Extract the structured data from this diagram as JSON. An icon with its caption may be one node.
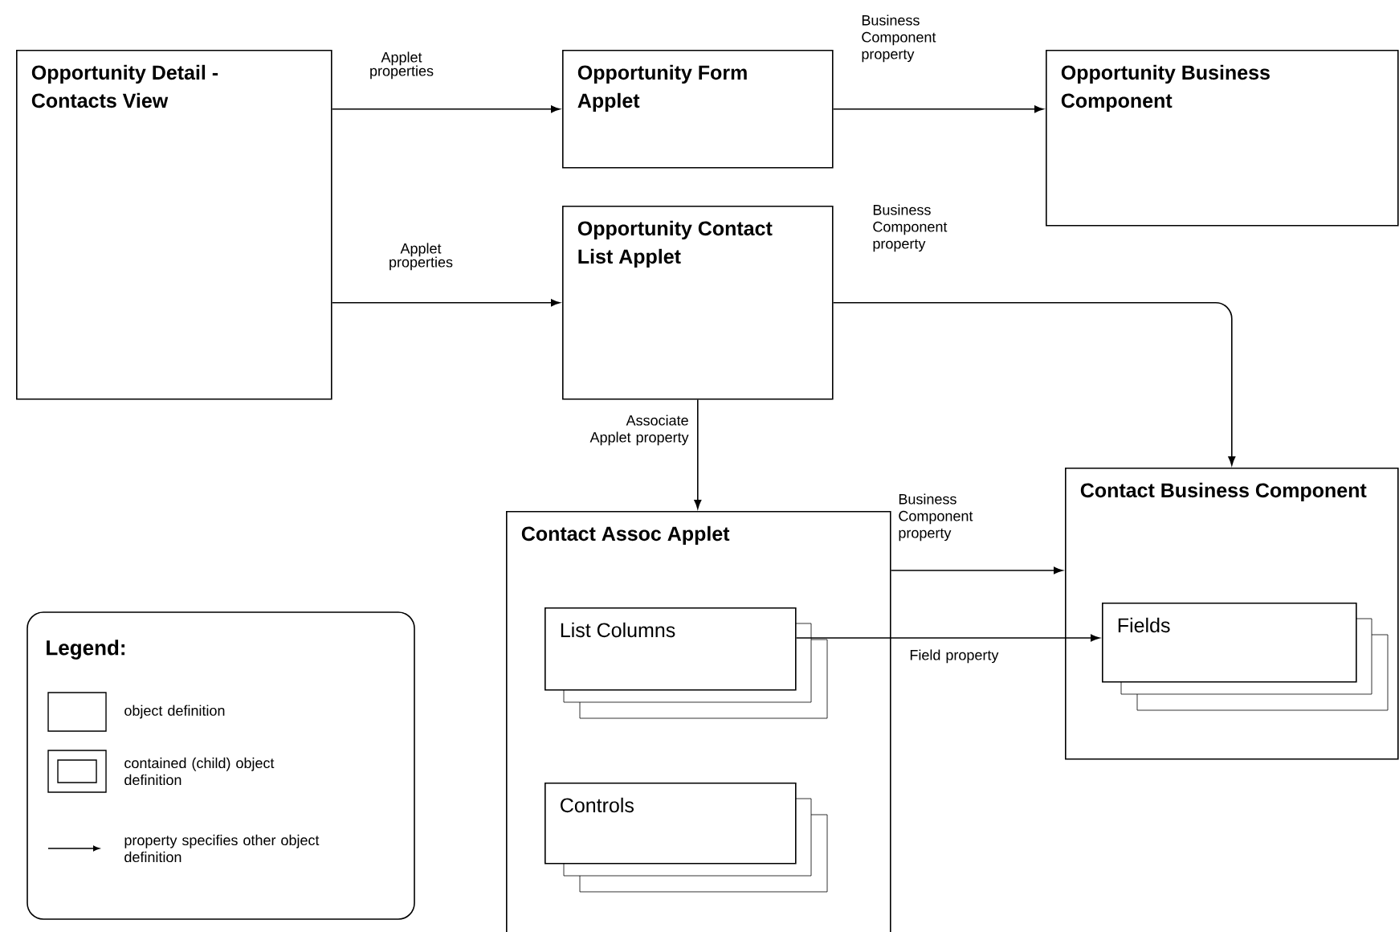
{
  "diagram": {
    "nodes": [
      {
        "text": [
          "Opportunity Detail - Contacts View"
        ]
      },
      {
        "text": [
          "Opportunity Form Applet"
        ]
      },
      {
        "text": [
          "Opportunity Business Component"
        ]
      },
      {
        "text": [
          "Opportunity Contact List Applet"
        ]
      },
      {
        "text": [
          "Contact Assoc Applet"
        ]
      },
      {
        "text": [
          "List Columns"
        ],
        "in": 4
      },
      {
        "text": [
          "Controls"
        ],
        "in": 4
      },
      {
        "text": [
          "Contact Business Component"
        ]
      },
      {
        "text": [
          "Fields"
        ],
        "in": 7
      }
    ],
    "edges": [
      {
        "from": 0,
        "to": 1,
        "arrow": "to",
        "label": "Applet properties"
      },
      {
        "from": 1,
        "to": 2,
        "arrow": "to",
        "label": "Business Component property"
      },
      {
        "from": 0,
        "to": 3,
        "arrow": "to",
        "label": "Applet properties"
      },
      {
        "from": 3,
        "to": 7,
        "arrow": "to",
        "label": "Business Component property"
      },
      {
        "from": 3,
        "to": 4,
        "arrow": "to",
        "label": "Associate Applet property"
      },
      {
        "from": 4,
        "to": 7,
        "arrow": "to",
        "label": "Business Component property"
      },
      {
        "from": 5,
        "to": 8,
        "arrow": "to",
        "label": "Field property"
      }
    ],
    "labels": [
      "Legend:"
    ],
    "legend": [
      {
        "text": "object definition"
      },
      {
        "text": "contained (child) object definition"
      },
      {
        "text": "property specifies other object definition"
      }
    ]
  }
}
